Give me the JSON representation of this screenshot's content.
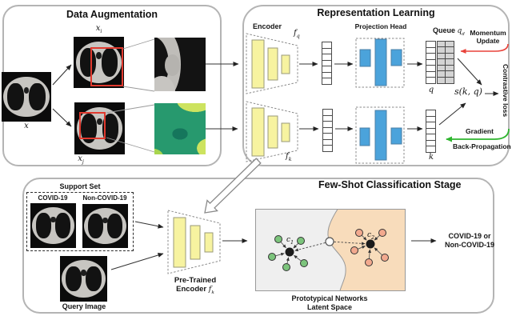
{
  "data_augmentation": {
    "title": "Data Augmentation",
    "x_label": "x",
    "xi_base": "x",
    "xi_sub": "i",
    "xj_base": "x",
    "xj_sub": "j"
  },
  "representation_learning": {
    "title": "Representation Learning",
    "encoder_label": "Encoder",
    "fq_base": "f",
    "fq_sub": "q",
    "fk_base": "f",
    "fk_sub": "k",
    "projection_head_label": "Projection Head",
    "queue_word": "Queue",
    "queue_base": "q",
    "queue_sub": "d",
    "q_vector_label": "q",
    "k_vector_label": "k",
    "similarity_label": "s(k, q)",
    "momentum_label": "Momentum Update",
    "contrastive_label": "Contrastive loss",
    "gradient_label": "Gradient",
    "backprop_label": "Back-Propagation"
  },
  "few_shot": {
    "title": "Few-Shot Classification Stage",
    "support_set_label": "Support Set",
    "covid_label": "COVID-19",
    "non_covid_label": "Non-COVID-19",
    "query_label": "Query Image",
    "pretrained_line1": "Pre-Trained",
    "pretrained_line2": "Encoder",
    "pretrained_f_base": "f",
    "pretrained_f_sub": "k",
    "c1_base": "c",
    "c1_sub": "1",
    "c2_base": "c",
    "c2_sub": "2",
    "prototypical_line1": "Prototypical Networks",
    "prototypical_line2": "Latent Space",
    "output_line1": "COVID-19 or",
    "output_line2": "Non-COVID-19"
  },
  "colors": {
    "encoder_bar": "#F7F3A0",
    "projection_bar": "#4BA3DB",
    "queue_cell": "#D4D4D4",
    "momentum_arrow": "#E8423A",
    "gradient_arrow": "#2FB52F",
    "crop_box": "#E0392E",
    "latent_left_region": "#EFEFEF",
    "latent_right_region": "#F8DCBB",
    "cluster1_dot": "#7CC47C",
    "cluster2_dot": "#F2A98E"
  }
}
